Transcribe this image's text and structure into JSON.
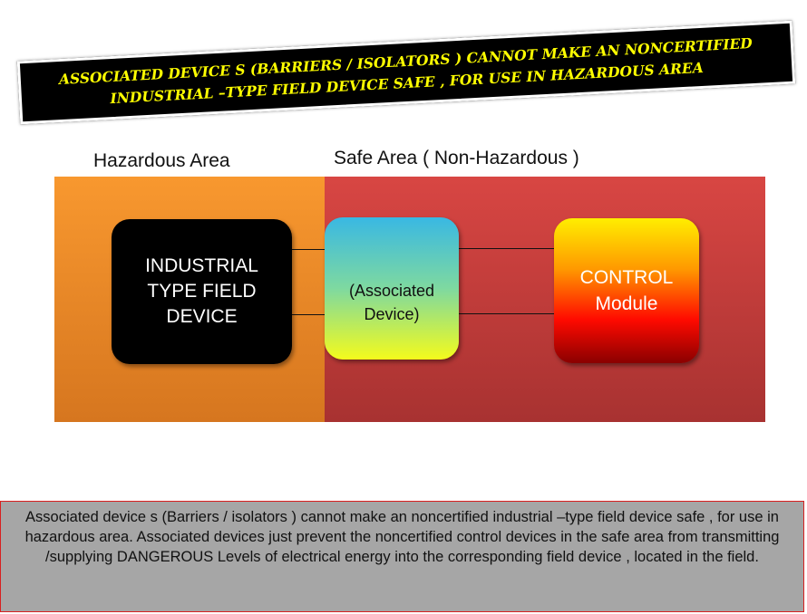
{
  "areas": {
    "hazardous_label": "Hazardous Area",
    "safe_label": "Safe Area ( Non-Hazardous )"
  },
  "field_device": {
    "lines": [
      "INDUSTRIAL",
      "TYPE FIELD",
      "DEVICE"
    ]
  },
  "associated_device": {
    "lines": [
      "(Associated",
      "Device)"
    ]
  },
  "control_module": {
    "lines": [
      "CONTROL",
      "Module"
    ]
  },
  "banner": {
    "line1": "ASSOCIATED DEVICE S (BARRIERS / ISOLATORS ) CANNOT MAKE AN NONCERTIFIED",
    "line2": "INDUSTRIAL –TYPE FIELD DEVICE SAFE ,  FOR USE IN HAZARDOUS AREA"
  },
  "note": {
    "text": "Associated device s (Barriers / isolators ) cannot make an noncertified industrial –type field device safe , for use in hazardous area. Associated devices just prevent the noncertified  control devices in the safe area from transmitting /supplying DANGEROUS Levels of  electrical energy into the corresponding field device , located in the field."
  },
  "colors": {
    "hazardous": "#f8982f",
    "safe": "#d84643",
    "banner_text": "#ffff00",
    "note_bg": "#a6a6a6"
  }
}
